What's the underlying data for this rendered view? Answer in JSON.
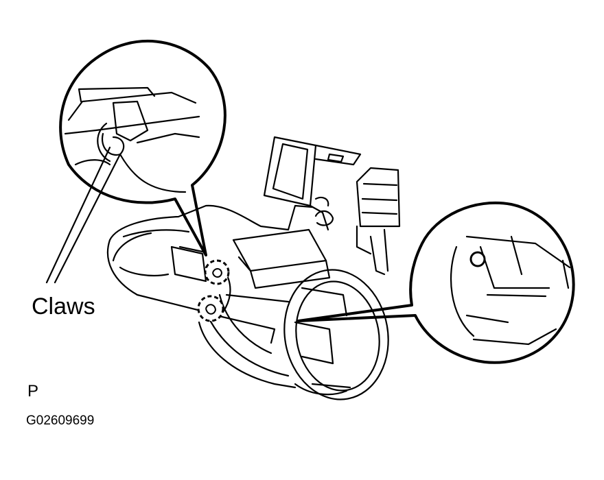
{
  "labels": {
    "claws": "Claws",
    "p": "P",
    "code": "G02609699"
  },
  "colors": {
    "line": "#000000",
    "background": "#ffffff"
  }
}
